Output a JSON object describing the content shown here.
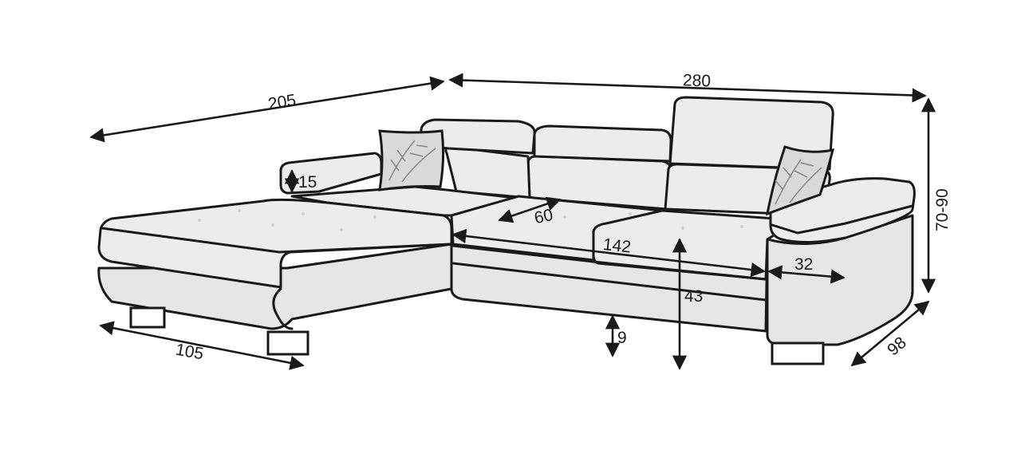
{
  "dimensions": {
    "corner_depth": "205",
    "total_width": "280",
    "height": "70-90",
    "depth": "98",
    "chaise_width": "105",
    "armrest_height": "15",
    "seat_depth": "60",
    "seat_width": "142",
    "armrest_width": "32",
    "seat_height": "43",
    "leg_height": "9"
  }
}
